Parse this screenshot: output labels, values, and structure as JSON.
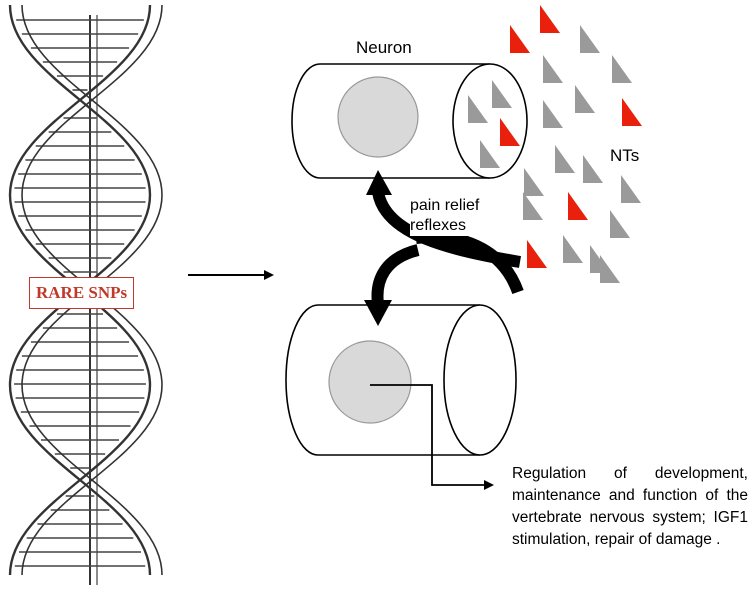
{
  "labels": {
    "neuron": "Neuron",
    "nts": "NTs",
    "pain_relief": "pain relief reflexes",
    "rare_snps": "RARE SNPs",
    "description": "Regulation of development, maintenance and function of the vertebrate nervous system; IGF1 stimulation, repair of damage ."
  },
  "colors": {
    "nt_red": "#e8200c",
    "nt_gray": "#9a9a9a",
    "nucleus": "#d9d9d9",
    "snp_border": "#c0392b"
  },
  "icons": {
    "dna": "double-helix-icon",
    "neurotransmitter": "triangle-icon"
  }
}
